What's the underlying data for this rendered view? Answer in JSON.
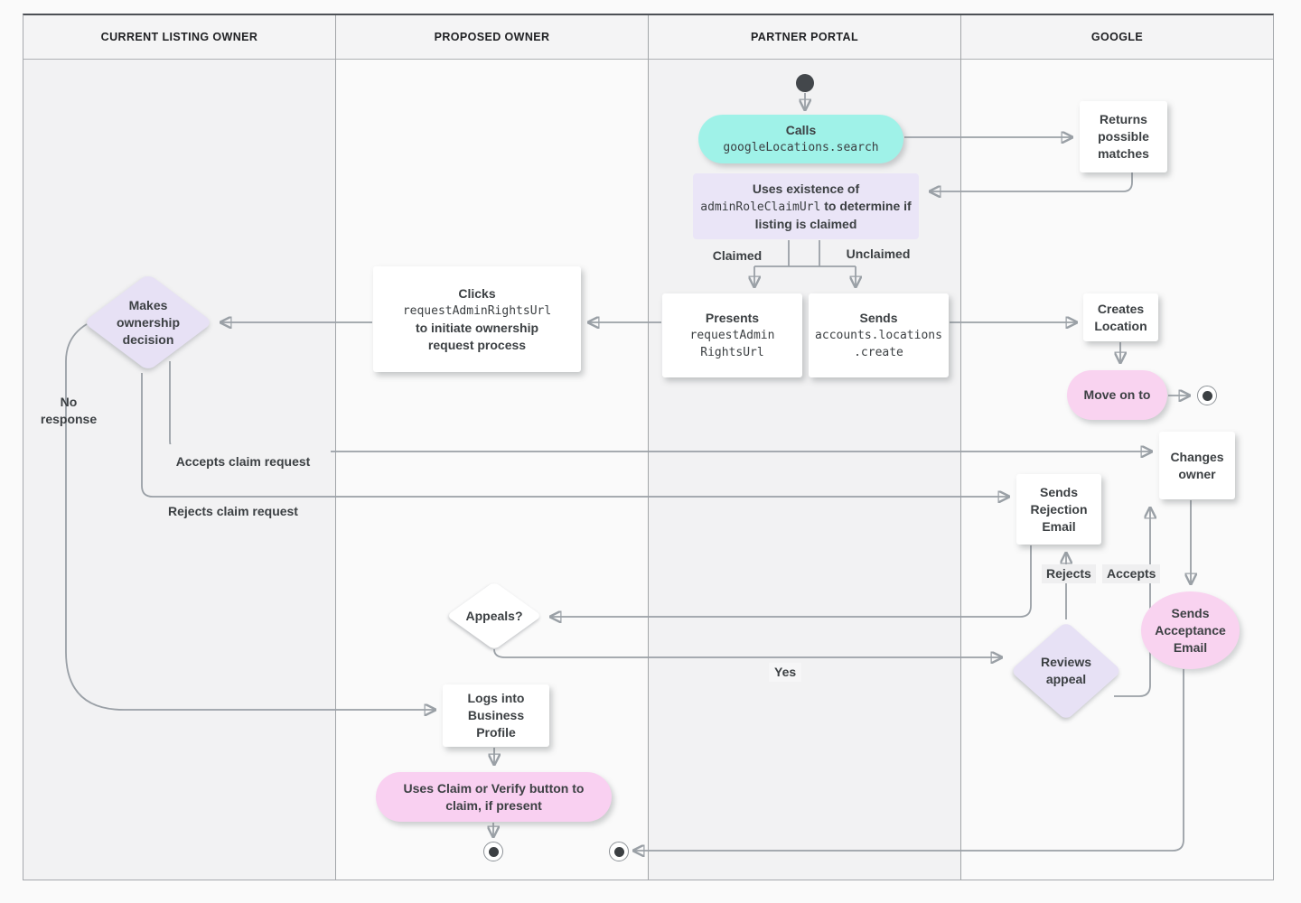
{
  "lanes": [
    {
      "label": "CURRENT LISTING OWNER"
    },
    {
      "label": "PROPOSED OWNER"
    },
    {
      "label": "PARTNER PORTAL"
    },
    {
      "label": "GOOGLE"
    }
  ],
  "nodes": {
    "calls": {
      "title": "Calls",
      "code": "googleLocations.search"
    },
    "returns": {
      "label": "Returns possible matches"
    },
    "uses": {
      "pre": "Uses existence of ",
      "code": "adminRoleClaimUrl",
      "post": " to determine if listing is claimed"
    },
    "presents": {
      "title": "Presents",
      "code_lines": [
        "requestAdmin",
        "RightsUrl"
      ]
    },
    "sends_create": {
      "title": "Sends",
      "code_lines": [
        "accounts.locations",
        ".create"
      ]
    },
    "clicks": {
      "title": "Clicks",
      "code": "requestAdminRightsUrl",
      "post": "to initiate ownership request process"
    },
    "decision": {
      "label": "Makes ownership decision"
    },
    "creates": {
      "label": "Creates Location"
    },
    "move_on": {
      "label": "Move on to"
    },
    "changes": {
      "label": "Changes owner"
    },
    "rejection": {
      "label": "Sends Rejection Email"
    },
    "acceptance": {
      "label": "Sends Acceptance Email"
    },
    "appeals": {
      "label": "Appeals?"
    },
    "reviews": {
      "label": "Reviews appeal"
    },
    "logs": {
      "label": "Logs into Business Profile"
    },
    "claim_verify": {
      "label": "Uses Claim or Verify button to claim, if present"
    }
  },
  "edge_labels": {
    "claimed": "Claimed",
    "unclaimed": "Unclaimed",
    "no_response": "No response",
    "accepts_claim": "Accepts claim request",
    "rejects_claim": "Rejects claim request",
    "rejects": "Rejects",
    "accepts": "Accepts",
    "yes": "Yes"
  },
  "palette": {
    "teal": "#9ff2e8",
    "lavender_box": "#eae5f7",
    "lavender_diamond": "#e7e1f5",
    "pink": "#f9d3f0",
    "line_gray": "#9aa0a6",
    "text": "#3c4043"
  }
}
